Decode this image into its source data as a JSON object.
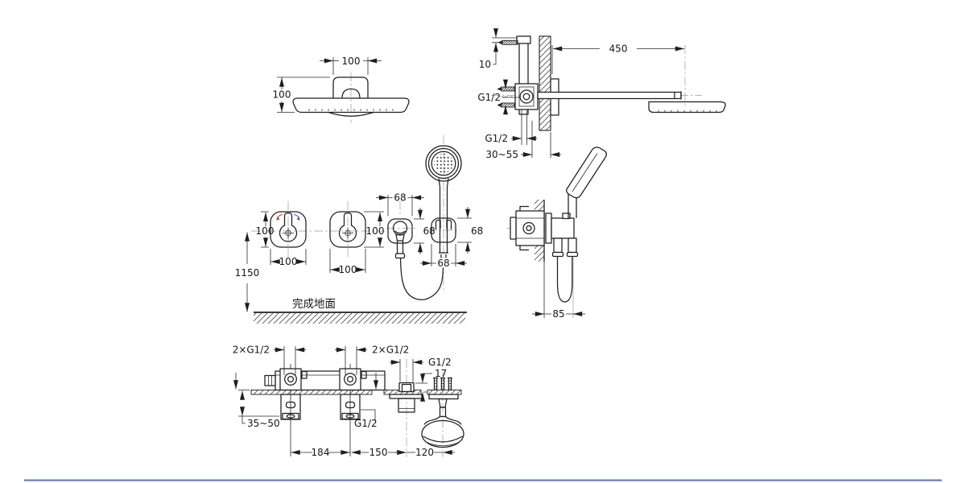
{
  "drawing": {
    "views": {
      "overhead_front": {
        "dim_width": "100",
        "dim_height": "100"
      },
      "overhead_side": {
        "dim_standoff": "10",
        "dim_arm_reach": "450",
        "dim_inlet_thread": "G1/2",
        "dim_pipe_thread": "G1/2",
        "dim_wall_depth": "30~55"
      },
      "valve_front": {
        "dim_plate1_height": "100",
        "dim_plate1_width": "100",
        "dim_plate2_height": "100",
        "dim_plate2_width": "100",
        "dim_outlet_width": "68",
        "dim_outlet_height": "68",
        "dim_holder_height": "68",
        "dim_holder_width": "68",
        "dim_install_height": "1150",
        "floor_label": "完成地面"
      },
      "valve_side": {
        "dim_wall_offset": "85"
      },
      "deck_mount": {
        "dim_left_inlets": "2×G1/2",
        "dim_right_inlets": "2×G1/2",
        "dim_hose_thread": "G1/2",
        "dim_deck_gap": "17",
        "dim_deck_thickness": "35~50",
        "dim_valve_thread": "G1/2",
        "dim_valve_spacing": "184",
        "dim_outlet_spacing": "150",
        "dim_holder_spacing": "120"
      }
    },
    "colors": {
      "line": "#1f1f1f",
      "hot_indicator": "#c43a2f",
      "cold_indicator": "#3a5bc4",
      "footer_rule": "#5b7fd4"
    }
  }
}
